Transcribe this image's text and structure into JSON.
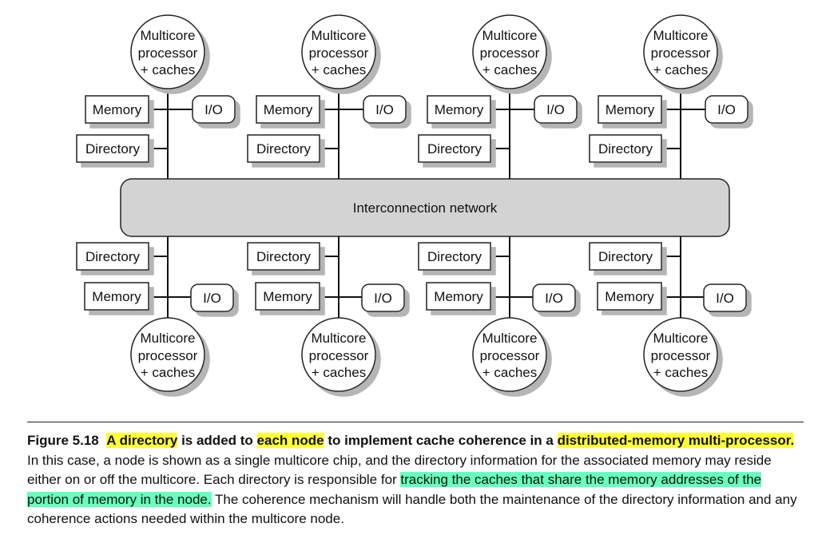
{
  "diagram": {
    "network_label": "Interconnection network",
    "node_labels": {
      "processor": [
        "Multicore",
        "processor",
        "+ caches"
      ],
      "memory": "Memory",
      "io": "I/O",
      "directory": "Directory"
    },
    "top_nodes": 4,
    "bottom_nodes": 4
  },
  "caption": {
    "figure": "Figure 5.18",
    "s1": "A directory",
    "s2": " is added to ",
    "s3": "each node",
    "s4": " to implement cache coherence in a ",
    "s5": "distributed-memory multi-processor.",
    "s6": " In this case, a node is shown as a single multicore chip, and the directory information for the associated memory may reside either on or off the multicore. Each directory is responsible for ",
    "s7": "tracking the caches that share the memory addresses of the portion of memory in the node.",
    "s8": " The coherence mechanism will handle both the maintenance of the directory information and any coherence actions needed within the multicore node."
  }
}
